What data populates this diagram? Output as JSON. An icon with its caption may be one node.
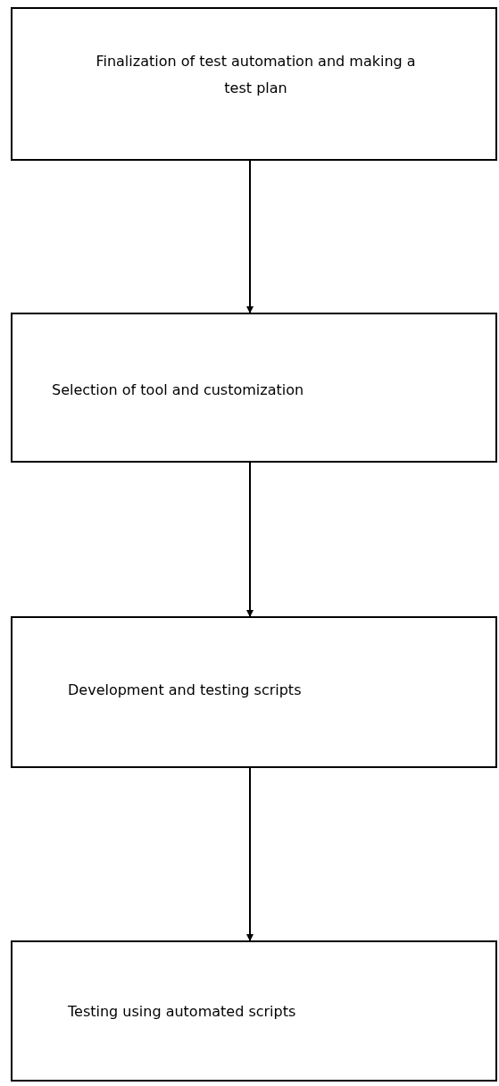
{
  "diagram": {
    "nodes": [
      {
        "text": [
          "Finalization of test automation and making a test plan"
        ]
      },
      {
        "text": [
          "Selection of tool and customization"
        ]
      },
      {
        "text": [
          "Development and testing scripts"
        ]
      },
      {
        "text": [
          "Testing using automated scripts"
        ]
      }
    ],
    "edges": [
      {
        "from": 0,
        "to": 1,
        "arrow": "to"
      },
      {
        "from": 1,
        "to": 2,
        "arrow": "to"
      },
      {
        "from": 2,
        "to": 3,
        "arrow": "to"
      }
    ]
  }
}
